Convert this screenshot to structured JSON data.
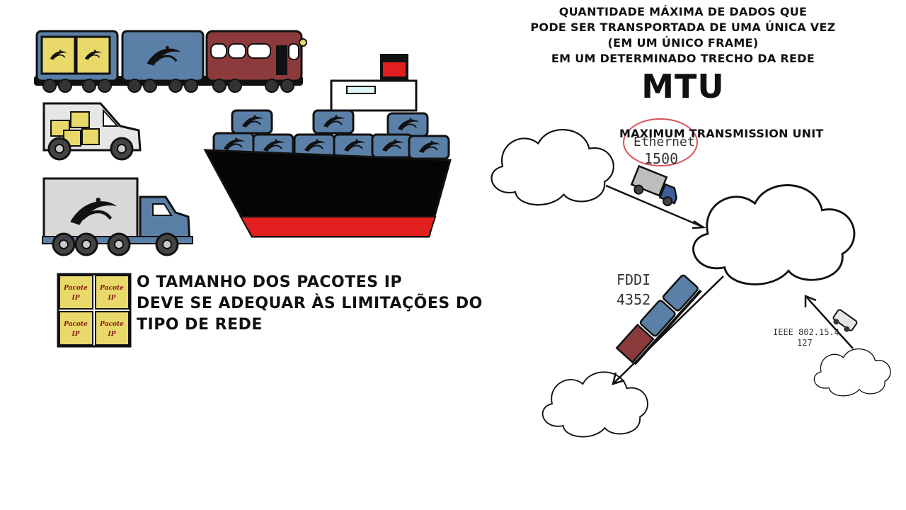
{
  "header": {
    "line1": "QUANTIDADE MÁXIMA DE DADOS QUE",
    "line2": "PODE SER TRANSPORTADA DE UMA ÚNICA VEZ",
    "line3": "(EM UM ÚNICO FRAME)",
    "line4": "EM UM DETERMINADO TRECHO DA REDE",
    "acronym": "MTU",
    "expansion": "MAXIMUM TRANSMISSION UNIT"
  },
  "caption": {
    "line1": "O TAMANHO DOS PACOTES IP",
    "line2": "DEVE SE ADEQUAR ÀS LIMITAÇÕES DO",
    "line3": "TIPO DE REDE"
  },
  "packet_label": {
    "word": "Pacote",
    "proto": "IP"
  },
  "network_labels": {
    "ethernet_name": "Ethernet",
    "ethernet_mtu": "1500",
    "fddi_name": "FDDI",
    "fddi_mtu": "4352",
    "ieee_name": "IEEE 802.15.4",
    "ieee_mtu": "127"
  },
  "colors": {
    "container_blue": "#5b80a8",
    "box_yellow": "#e8d96a",
    "wagon_red": "#8c3a3c",
    "truck_gray": "#d8d8d8",
    "hull_black": "#050505",
    "hull_red": "#e21f1f",
    "circle_red": "#d8535b"
  },
  "icons": [
    "train-icon",
    "van-icon",
    "truck-icon",
    "ship-icon",
    "cloud-icon",
    "packet-icon"
  ]
}
